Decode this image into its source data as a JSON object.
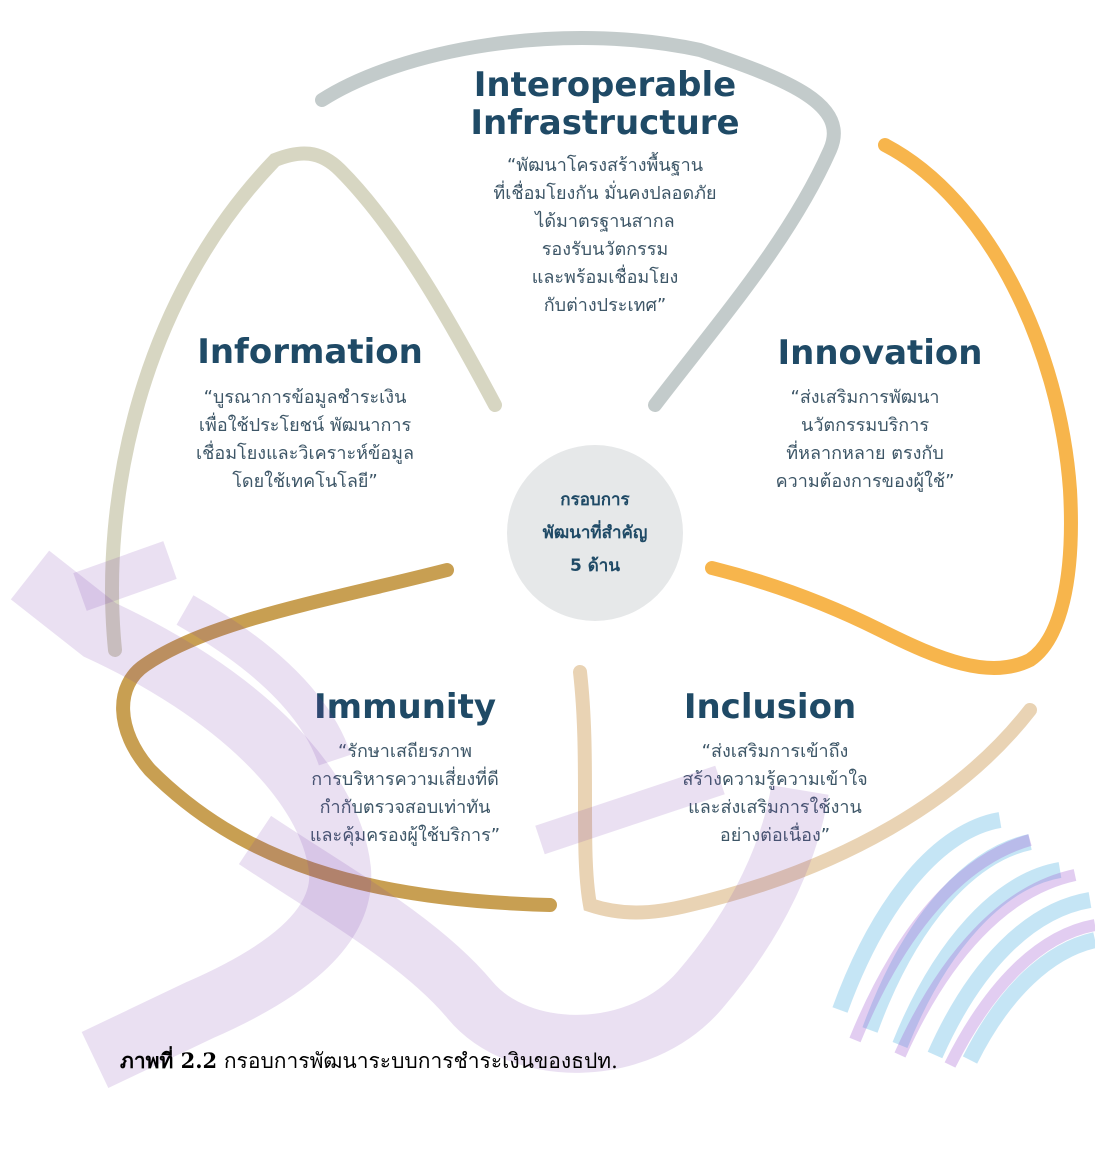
{
  "center": {
    "lines": [
      "กรอบการ",
      "พัฒนาที่สำคัญ",
      "5 ด้าน"
    ]
  },
  "sections": {
    "infrastructure": {
      "title_lines": [
        "Interoperable",
        "Infrastructure"
      ],
      "desc_lines": [
        "“พัฒนาโครงสร้างพื้นฐาน",
        "ที่เชื่อมโยงกัน มั่นคงปลอดภัย",
        "ได้มาตรฐานสากล",
        "รองรับนวัตกรรม",
        "และพร้อมเชื่อมโยง",
        "กับต่างประเทศ”"
      ],
      "color": "#c3cbcb"
    },
    "information": {
      "title": "Information",
      "desc_lines": [
        "“บูรณาการข้อมูลชำระเงิน",
        "เพื่อใช้ประโยชน์ พัฒนาการ",
        "เชื่อมโยงและวิเคราะห์ข้อมูล",
        "โดยใช้เทคโนโลยี”"
      ],
      "color": "#d7d6c2"
    },
    "innovation": {
      "title": "Innovation",
      "desc_lines": [
        "“ส่งเสริมการพัฒนา",
        "นวัตกรรมบริการ",
        "ที่หลากหลาย ตรงกับ",
        "ความต้องการของผู้ใช้”"
      ],
      "color": "#f7b54c"
    },
    "immunity": {
      "title": "Immunity",
      "desc_lines": [
        "“รักษาเสถียรภาพ",
        "การบริหารความเสี่ยงที่ดี",
        "กำกับตรวจสอบเท่าทัน",
        "และคุ้มครองผู้ใช้บริการ”"
      ],
      "color": "#c89f52"
    },
    "inclusion": {
      "title": "Inclusion",
      "desc_lines": [
        "“ส่งเสริมการเข้าถึง",
        "สร้างความรู้ความเข้าใจ",
        "และส่งเสริมการใช้งาน",
        "อย่างต่อเนื่อง”"
      ],
      "color": "#e9d3b4"
    }
  },
  "caption": {
    "label": "ภาพที่ 2.2",
    "text": " กรอบการพัฒนาระบบการชำระเงินของธปท."
  },
  "watermark_color": "#7a3fb0"
}
